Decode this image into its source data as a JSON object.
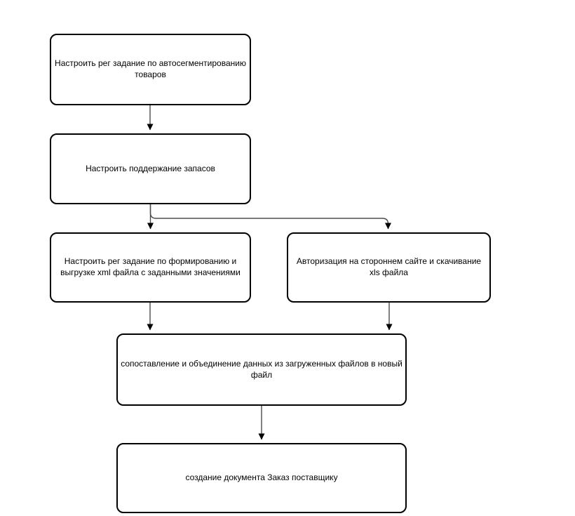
{
  "diagram": {
    "type": "flowchart",
    "background_color": "#ffffff",
    "node_fill_color": "#ffffff",
    "node_border_color": "#000000",
    "connector_color": "#4d4d4d",
    "arrowhead_color": "#000000",
    "text_color": "#000000",
    "nodes": [
      {
        "id": "1",
        "label": "Настроить рег задание по автосегментированию товаров"
      },
      {
        "id": "2",
        "label": "Настроить поддержание запасов"
      },
      {
        "id": "3",
        "label": "Настроить рег задание по формированию и выгрузке xml файла с заданными значениями"
      },
      {
        "id": "4",
        "label": "Авторизация на стороннем сайте и скачивание xls файла"
      },
      {
        "id": "5",
        "label": "сопоставление и объединение данных из загруженных файлов  в новый файл"
      },
      {
        "id": "6",
        "label": "создание документа Заказ поставщику"
      }
    ],
    "edges": [
      {
        "from": "1",
        "to": "2"
      },
      {
        "from": "2",
        "to": "3"
      },
      {
        "from": "2",
        "to": "4"
      },
      {
        "from": "3",
        "to": "5"
      },
      {
        "from": "4",
        "to": "5"
      },
      {
        "from": "5",
        "to": "6"
      }
    ]
  }
}
